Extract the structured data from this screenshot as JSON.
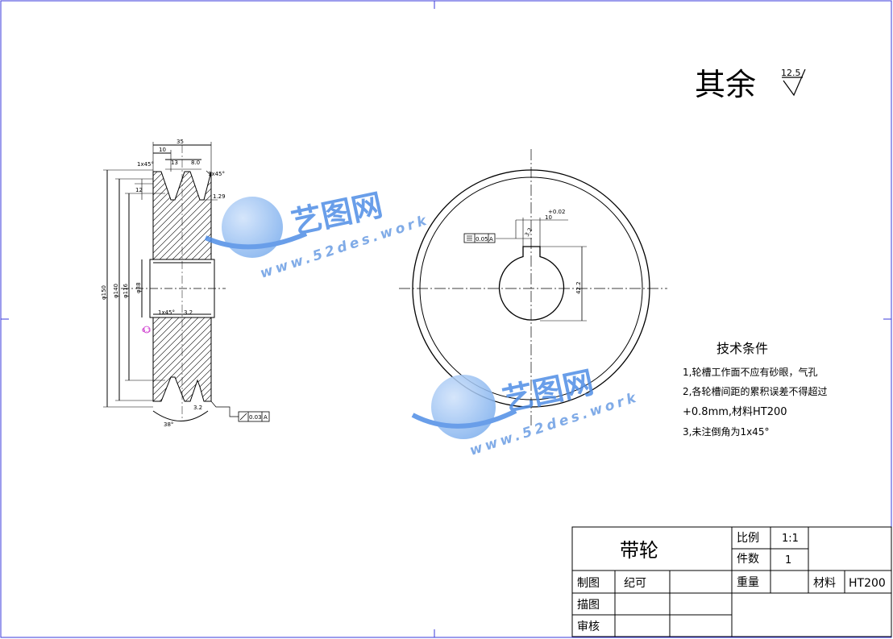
{
  "surface_note": {
    "label": "其余",
    "roughness": "12.5"
  },
  "side_view": {
    "width_total": "35",
    "dim_10": "10",
    "dim_13": "13",
    "dim_8": "8.0",
    "chamfer_left": "1x45°",
    "chamfer_right": "1x45°",
    "dim_12": "12",
    "dim_129": "1.29",
    "dia_outer": "φ150",
    "dia_pitch": "φ140",
    "dia_root": "φ116",
    "dia_bore": "φ38",
    "chamfer_bore": "1x45°",
    "bore_roughness": "3.2",
    "left_roughness": "6.3",
    "groove_angle": "38°",
    "groove_roughness": "3.2",
    "runout_tol": "0.03",
    "runout_datum": "A"
  },
  "front_view": {
    "key_tol": "+0.02",
    "key_width": "10",
    "symmetry_tol": "0.05",
    "datum": "A",
    "key_height": "42.2",
    "key_roughness": "3.2"
  },
  "tech": {
    "title": "技术条件",
    "lines": [
      "1,轮槽工作面不应有砂眼，气孔",
      "2,各轮槽间距的累积误差不得超过",
      "+0.8mm,材料HT200",
      "3,未注倒角为1x45°"
    ]
  },
  "title_block": {
    "part_name": "带轮",
    "scale_label": "比例",
    "scale_value": "1:1",
    "qty_label": "件数",
    "qty_value": "1",
    "weight_label": "重量",
    "material_label": "材料",
    "material_value": "HT200",
    "drawn_label": "制图",
    "drawn_by": "纪可",
    "illus_label": "描图",
    "review_label": "审核"
  },
  "watermark": {
    "cn": "艺图网",
    "url": "www.52des.work"
  },
  "colors": {
    "line": "#000000",
    "frame": "#3a3adb",
    "watermark": "#4f8ee6"
  }
}
